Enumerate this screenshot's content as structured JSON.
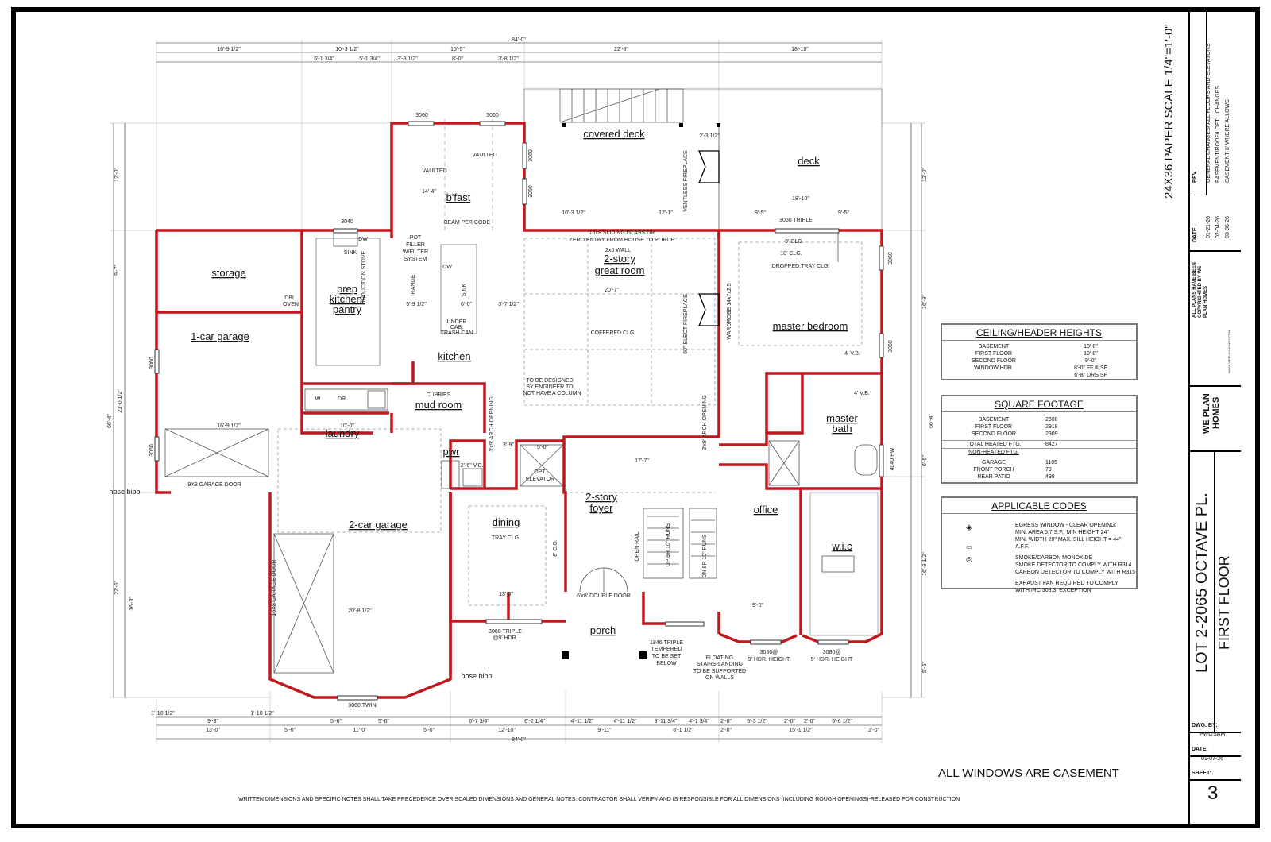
{
  "sheet": {
    "scale_note": "24X36 PAPER SCALE 1/4\"=1'-0\"",
    "project_title": "LOT 2-2065 OCTAVE PL.",
    "floor": "FIRST FLOOR",
    "windows_note": "ALL WINDOWS ARE CASEMENT",
    "footer_note": "WRITTEN DIMENSIONS AND SPECIFIC NOTES SHALL TAKE PRECEDENCE OVER SCALED DIMENSIONS AND GENERAL NOTES. CONTRACTOR SHALL VERIFY AND IS RESPONSIBLE FOR ALL DIMENSIONS (INCLUDING ROUGH OPENINGS)-RELEASED FOR CONSTRUCTION",
    "copyright": "ALL PLANS HAVE BEEN COPYRIGHTED BY WE PLAN HOMES",
    "website": "WWW.WEPLANHOMES.COM",
    "logo": {
      "line1": "WE PLAN",
      "line2": "HOMES"
    },
    "rev_label": "REV.",
    "date_label": "DATE",
    "revisions": [
      {
        "date": "01-21-26",
        "text": "GENERAL CHANGES/ ALL FLOORS AND ELEVATONS"
      },
      {
        "date": "02-04-26",
        "text": "BASEMENT/ROOF/LOFT... CHANGES"
      },
      {
        "date": "03-05-26",
        "text": "CASEMENT-6' WHERE ALLOWS"
      }
    ],
    "drawn_by_label": "DWG. BY:",
    "drawn_by": "PWL/SAM",
    "date_block_label": "DATE:",
    "date_block": "01-07-26",
    "sheet_label": "SHEET:",
    "sheet_number": "3"
  },
  "ceiling": {
    "title": "CEILING/HEADER HEIGHTS",
    "rows": [
      {
        "label": "BASEMENT",
        "value": "10'-0\""
      },
      {
        "label": "FIRST FLOOR",
        "value": "10'-0\""
      },
      {
        "label": "SECOND FLOOR",
        "value": "9'-0\""
      },
      {
        "label": "WINDOW HDR.",
        "value": "8'-0\" FF & SF"
      },
      {
        "label": "",
        "value": "6'-8\" DRS SF"
      }
    ]
  },
  "sqft": {
    "title": "SQUARE FOOTAGE",
    "rows": [
      {
        "label": "BASEMENT",
        "value": "2600"
      },
      {
        "label": "FIRST FLOOR",
        "value": "2918"
      },
      {
        "label": "SECOND FLOOR",
        "value": "2909"
      }
    ],
    "total_label": "TOTAL HEATED FTG.",
    "total": "8427",
    "nonheated_label": "NON-HEATED FTG.",
    "nonheated": [
      {
        "label": "GARAGE",
        "value": "1105"
      },
      {
        "label": "FRONT PORCH",
        "value": "79"
      },
      {
        "label": "REAR PATIO",
        "value": "498"
      }
    ]
  },
  "codes": {
    "title": "APPLICABLE CODES",
    "lines": [
      "EGRESS WINDOW - CLEAR OPENING:",
      "MIN. AREA 5.7 S.F., MIN HEIGHT 24\"",
      "MIN. WIDTH 20\",MAX. SILL HEIGHT = 44\" A.F.F.",
      "SMOKE/CARBON MONOXIDE",
      "SMOKE DETECTOR TO COMPLY WITH R314",
      "CARBON DETECTOR TO COMPLY WITH R315",
      "EXHAUST FAN REQUIRED TO COMPLY",
      "WITH IRC 303.3, EXCEPTION"
    ]
  },
  "rooms": {
    "covered_deck": "covered deck",
    "deck": "deck",
    "bfast": "b'fast",
    "storage": "storage",
    "prep": "prep",
    "prep2": "kitchen/",
    "prep3": "pantry",
    "great": "2-story",
    "great2": "great room",
    "master_bed": "master bedroom",
    "one_car": "1-car garage",
    "kitchen": "kitchen",
    "mud": "mud room",
    "laundry": "laundry",
    "master_bath": "master",
    "master_bath2": "bath",
    "pwr": "pwr",
    "foyer": "2-story",
    "foyer2": "foyer",
    "office": "office",
    "two_car": "2-car garage",
    "dining": "dining",
    "wic": "w.i.c",
    "porch": "porch"
  },
  "notes": {
    "vaulted": "VAULTED",
    "beam": "BEAM PER CODE",
    "slider1": "16x8 SLIDING GLASS DR",
    "slider2": "ZERO ENTRY FROM HOUSE TO PORCH",
    "wall": "2x6 WALL",
    "coffered": "COFFERED CLG.",
    "tray": "DROPPED.TRAY CLG.",
    "clg9": "9' CLG.",
    "clg10": "10' CLG.",
    "tripleTop": "3060 TRIPLE",
    "engineer1": "TO BE DESIGNED",
    "engineer2": "BY ENGINEER TO",
    "engineer3": "NOT HAVE A COLUMN",
    "cubbies": "CUBBIES",
    "hose": "hose bibb",
    "garage_door9": "9X8 GARAGE DOOR",
    "garage_door16": "16X8 GARAGE DOOR",
    "twin": "3060 TWIN",
    "double_door": "6'x8' DOUBLE DOOR",
    "triple_front": "3080 TRIPLE",
    "hdr9": "@9' HDR.",
    "tempered1": "1846 TRIPLE",
    "tempered2": "TEMPERED",
    "tempered3": "TO BE SET",
    "tempered4": "BELOW",
    "float1": "FLOATING",
    "float2": "STAIRS-LANDING",
    "float3": "TO BE SUPPORTED",
    "float4": "ON WALLS",
    "rail": "OPEN RAIL",
    "elevator1": "OPT.",
    "elevator2": "ELEVATOR",
    "dining_tray": "TRAY CLG.",
    "sink": "SINK",
    "dw": "DW",
    "under1": "UNDER",
    "under2": "CAB.",
    "under3": "TRASH CAN",
    "pot1": "POT",
    "pot2": "FILLER",
    "pot3": "W/FILTER",
    "pot4": "SYSTEM",
    "dbl1": "DBL.",
    "dbl2": "OVEN",
    "vb": "2'-6\" V.B.",
    "w": "W",
    "dr": "DR",
    "hdr_9a": "3080@",
    "hdr_9b": "9' HDR. HEIGHT",
    "fire": "VENTLESS FIREPLACE",
    "fire2": "60\" ELECT FIREPLACE",
    "induction": "INDUCTION STOVE",
    "range": "RANGE",
    "wardrobe": "WARDROBE 14x7x2.5",
    "arch1": "3'x9' ARCH OPENING",
    "w3060": "3060",
    "w3040": "3040",
    "w4040": "4040 PW",
    "upbr": "UP 8R 10\" RUNS",
    "dnbr": "DN 8R 10\" RUNS",
    "vb4": "4' V.B.",
    "co": "8' C.O."
  },
  "dims": {
    "overall": "84'-0\"",
    "top1": [
      "16'-9 1/2\"",
      "10'-3 1/2\"",
      "15'-5\"",
      "22'-8\"",
      "18'-10\""
    ],
    "top2": [
      "5'-1 3/4\"",
      "5'-1 3/4\"",
      "3'-8 1/2\"",
      "8'-0\"",
      "3'-8 1/2\""
    ],
    "bot1": [
      "1'-10 1/2\"",
      "9'-3\"",
      "1'-10 1/2\"",
      "5'-6\"",
      "5'-6\"",
      "6'-7 3/4\"",
      "6'-2 1/4\"",
      "4'-11 1/2\"",
      "4'-11 1/2\"",
      "3'-11 3/4\"",
      "4'-1 3/4\"",
      "2'-0\"",
      "5'-3 1/2\"",
      "2'-0\"",
      "2'-0\"",
      "5'-6 1/2\""
    ],
    "bot2": [
      "13'-0\"",
      "5'-0\"",
      "11'-0\"",
      "5'-0\"",
      "12'-10\"",
      "9'-11\"",
      "8'-1 1/2\"",
      "2'-0\"",
      "15'-1 1/2\"",
      "2'-0\""
    ],
    "left": [
      "12'-0\"",
      "9'-7\"",
      "66'-4\"",
      "21'-0 1/2\"",
      "22'-5\"",
      "16'-3\""
    ],
    "right": [
      "12'-0\"",
      "16'-9\"",
      "66'-4\"",
      "6'-5\"",
      "16'-9 1/2\"",
      "5'-5\""
    ],
    "inner": [
      "10'-3 1/2\"",
      "12'-1\"",
      "9'-5\"",
      "9'-5\"",
      "18'-10\"",
      "20'-7\"",
      "17'-7\"",
      "20'-8 1/2\"",
      "16'-9 1/2\"",
      "13'-0\"",
      "9'-0\"",
      "10'-0\"",
      "5'-9 1/2\"",
      "6'-0\"",
      "3'-7 1/2\"",
      "14'-4\"",
      "3'-9\"",
      "5'-0\"",
      "2'-3 1/2\""
    ]
  }
}
